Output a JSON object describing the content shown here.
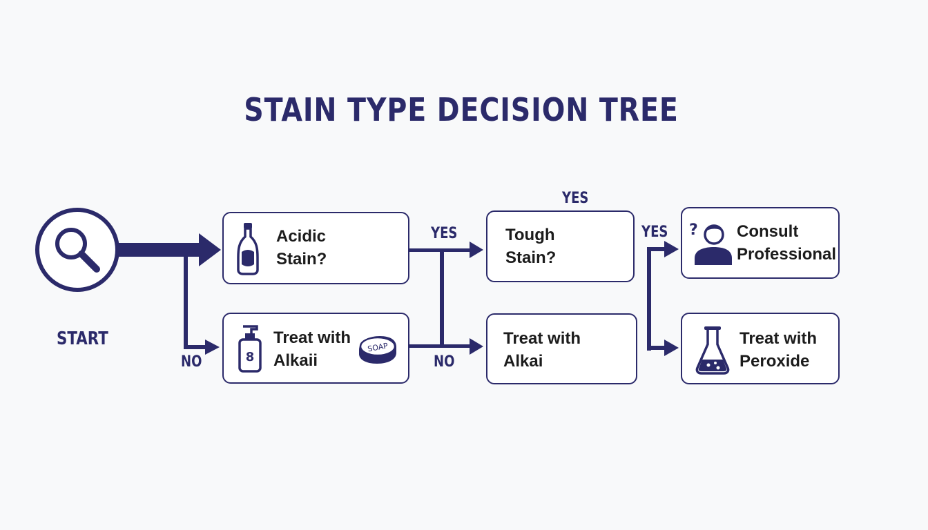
{
  "title": "STAIN TYPE DECISION TREE",
  "colors": {
    "accent": "#2b2a6a",
    "background": "#f8f9fa",
    "node_fill": "#ffffff",
    "text": "#1c1c1c"
  },
  "start": {
    "label": "START",
    "icon": "magnifying-glass-icon"
  },
  "nodes": {
    "acidic": {
      "line1": "Acidic",
      "line2": "Stain?",
      "icon": "bottle-icon"
    },
    "treat_alkali_1": {
      "line1": "Treat with",
      "line2": "Alkaii",
      "icon": "soap-dispenser-icon",
      "soap_text": "SOAP"
    },
    "tough": {
      "line1": "Tough",
      "line2": "Stain?"
    },
    "treat_alkali_2": {
      "line1": "Treat with",
      "line2": "Alkai"
    },
    "consult": {
      "line1": "Consult",
      "line2": "Professional",
      "icon": "person-question-icon",
      "mark": "?"
    },
    "peroxide": {
      "line1": "Treat with",
      "line2": "Peroxide",
      "icon": "flask-icon"
    }
  },
  "edge_labels": {
    "no_1": "NO",
    "yes_1": "YES",
    "no_2": "NO",
    "yes_top": "YES",
    "yes_2": "YES"
  }
}
